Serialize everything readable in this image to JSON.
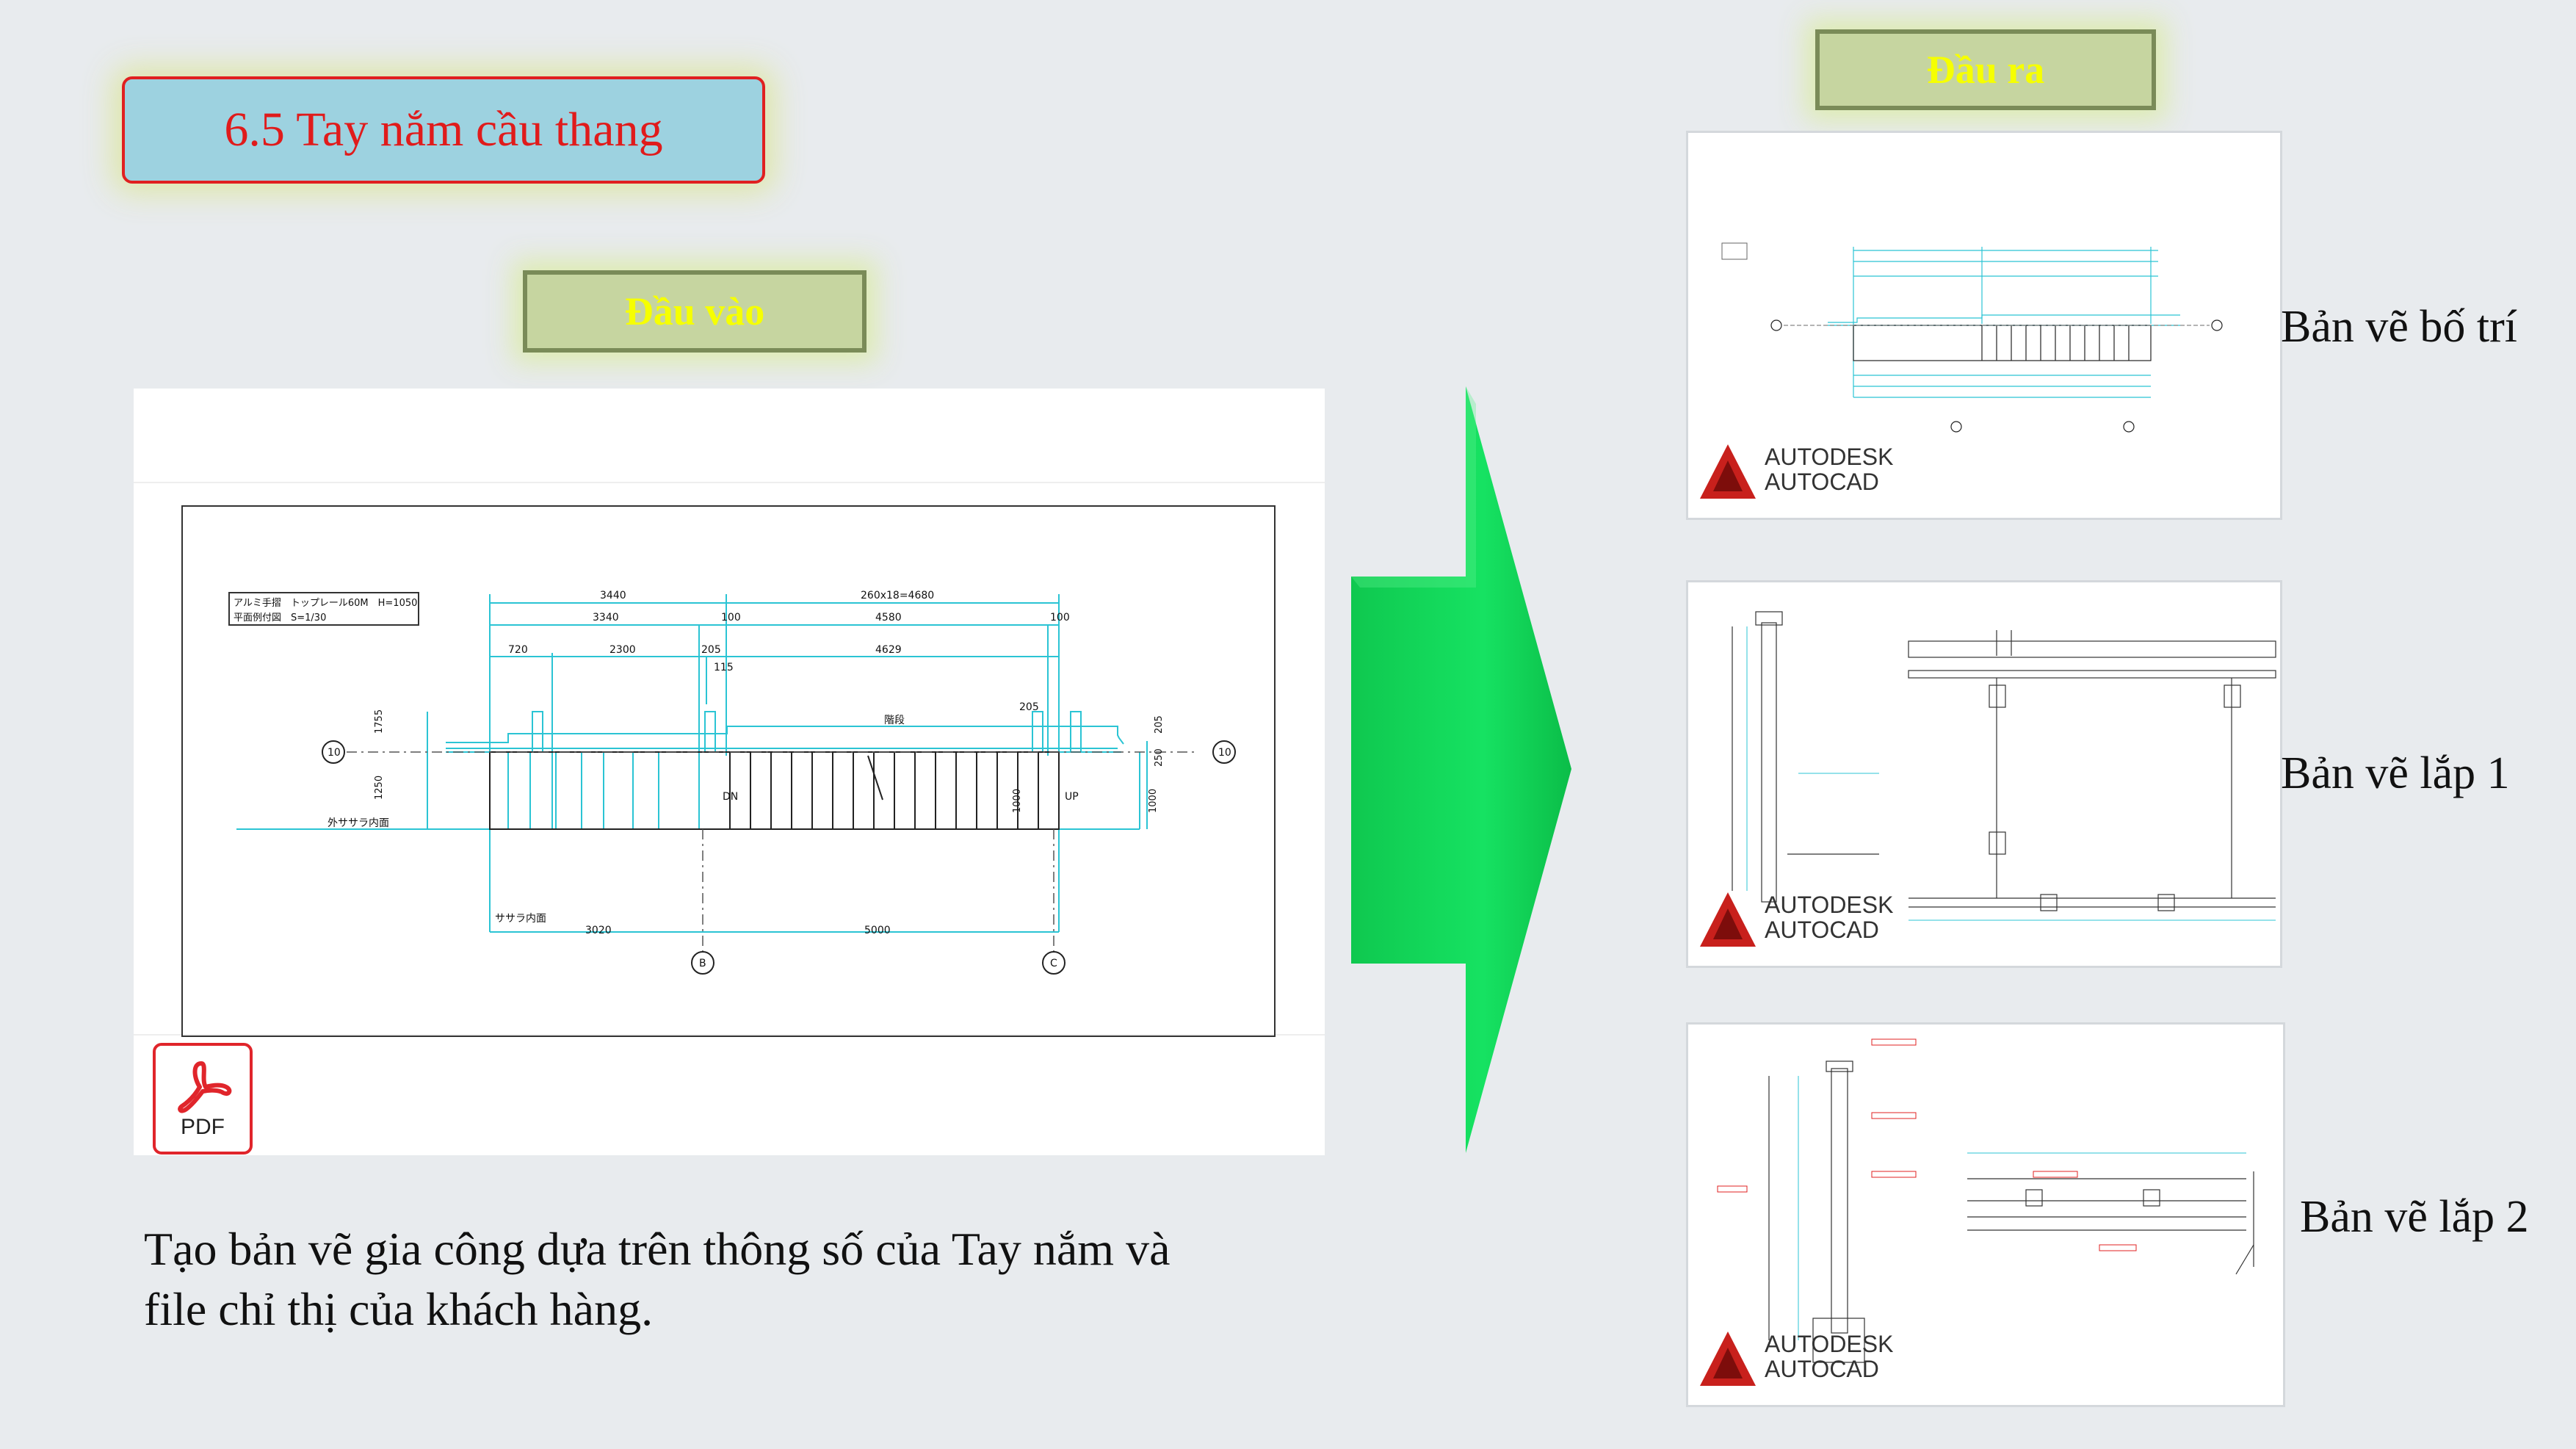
{
  "slide": {
    "title": "6.5 Tay nắm cầu thang",
    "input_tag": "Đầu vào",
    "output_tag": "Đầu ra",
    "description_line1": "Tạo bản vẽ gia công dựa trên thông số của Tay nắm và",
    "description_line2": "file chỉ thị của khách hàng."
  },
  "input_drawing": {
    "note_line1": "アルミ手摺　トップレール60M　H=1050",
    "note_line2": "平面例付図　S=1/30",
    "dims_top": [
      "3440",
      "260x18=4680"
    ],
    "dims_row2": [
      "3340",
      "100",
      "4580",
      "100"
    ],
    "dims_row3": [
      "720",
      "2300",
      "205",
      "4629"
    ],
    "dim_115": "115",
    "dim_205": "205",
    "dims_bottom": [
      "3020",
      "5000"
    ],
    "axis_left": "10",
    "axis_right": "10",
    "axis_b": "B",
    "axis_c": "C",
    "label_dn": "DN",
    "label_up": "UP",
    "label_stair": "階段",
    "label_left": "外ササラ内面",
    "label_bottom": "ササラ内面",
    "side_dims": [
      "1755",
      "1250",
      "205",
      "250",
      "1000",
      "1000"
    ],
    "pdf_label": "PDF"
  },
  "outputs": [
    {
      "label": "Bản vẽ bố trí",
      "brand_line1": "AUTODESK",
      "brand_line2": "AUTOCAD"
    },
    {
      "label": "Bản vẽ lắp 1",
      "brand_line1": "AUTODESK",
      "brand_line2": "AUTOCAD"
    },
    {
      "label": "Bản vẽ lắp 2",
      "brand_line1": "AUTODESK",
      "brand_line2": "AUTOCAD"
    }
  ],
  "colors": {
    "title_bg": "#9dd2e0",
    "title_text": "#e01b1b",
    "tag_bg": "#c6d5a0",
    "tag_text": "#f6ff00",
    "arrow": "#0fd45a",
    "cad_lines": "#2bc4d4",
    "pdf_red": "#e0252b",
    "autocad_red": "#c8201c"
  }
}
